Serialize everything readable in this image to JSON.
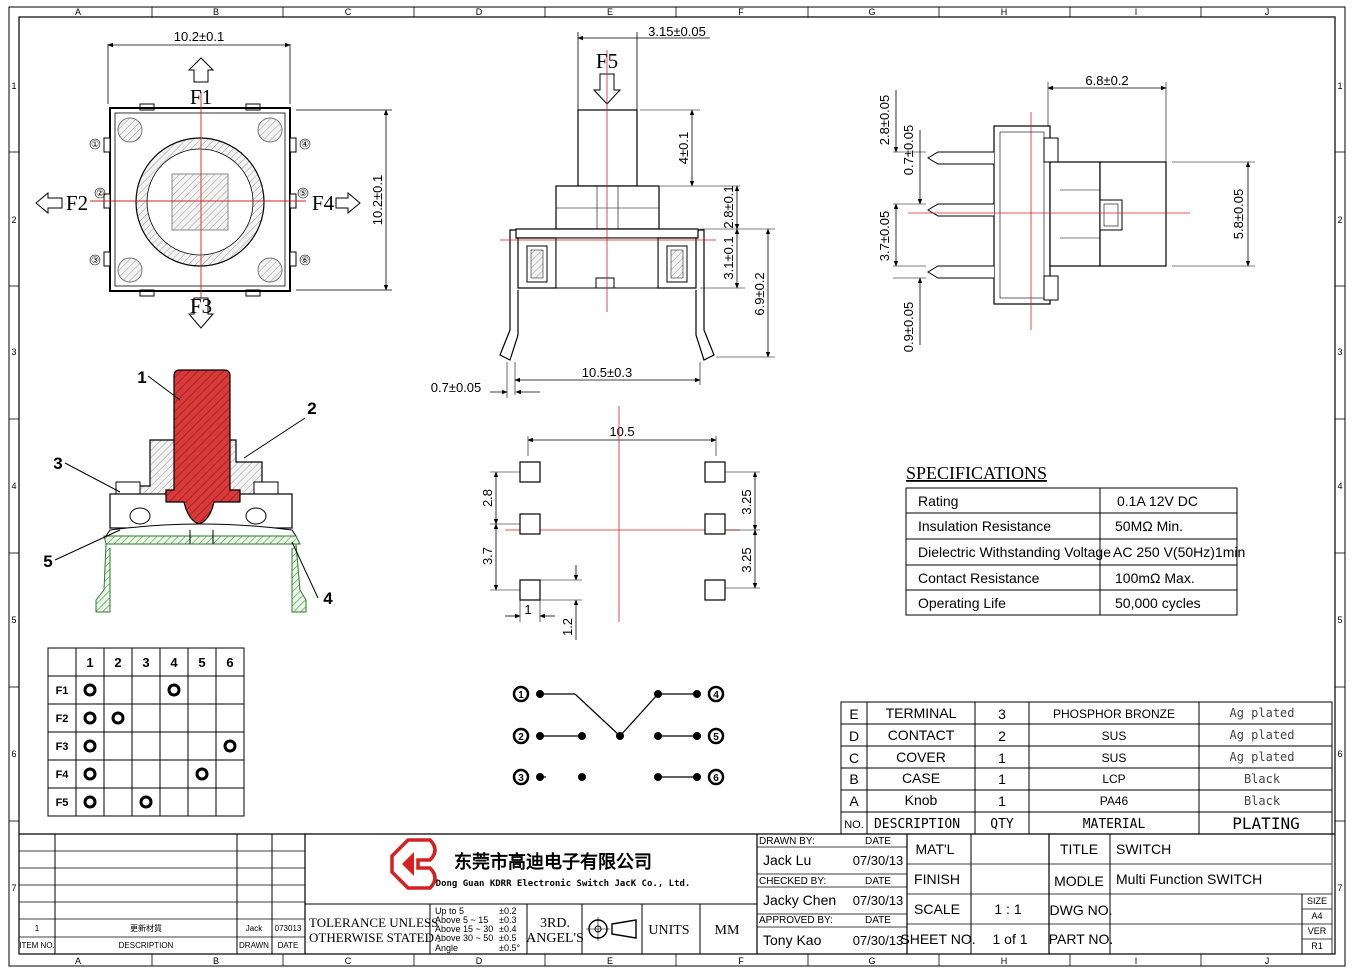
{
  "grid": {
    "columns": [
      "A",
      "B",
      "C",
      "D",
      "E",
      "F",
      "G",
      "H",
      "I",
      "J"
    ],
    "rows": [
      "1",
      "2",
      "3",
      "4",
      "5",
      "6",
      "7"
    ]
  },
  "top_view": {
    "dim_width": "10.2±0.1",
    "dim_height": "10.2±0.1",
    "forces": [
      "F1",
      "F2",
      "F3",
      "F4"
    ],
    "pins": [
      "①",
      "②",
      "③",
      "④",
      "⑤",
      "⑥"
    ]
  },
  "front_view": {
    "force": "F5",
    "dim_stem_width": "3.15±0.05",
    "dims_vertical": [
      "4±0.1",
      "2.8±0.1",
      "3.1±0.1",
      "6.9±0.2"
    ],
    "dim_pin_span": "10.5±0.3",
    "dim_pin_thickness": "0.7±0.05"
  },
  "side_view": {
    "dim_length": "6.8±0.2",
    "dim_height": "5.8±0.05",
    "dims": [
      "2.8±0.05",
      "0.7±0.05",
      "3.7±0.05",
      "0.9±0.05"
    ]
  },
  "section": {
    "callouts": [
      "1",
      "2",
      "3",
      "4",
      "5"
    ]
  },
  "pcb": {
    "dim_span": "10.5",
    "dims_left": [
      "2.8",
      "3.7"
    ],
    "dims_right": [
      "3.25",
      "3.25"
    ],
    "dim_pad_width": "1",
    "dim_pad_height": "1.2"
  },
  "schematic": {
    "pins": [
      "1",
      "2",
      "3",
      "4",
      "5",
      "6"
    ]
  },
  "matrix": {
    "columns": [
      "1",
      "2",
      "3",
      "4",
      "5",
      "6"
    ],
    "rows": [
      {
        "label": "F1",
        "on": [
          1,
          4
        ]
      },
      {
        "label": "F2",
        "on": [
          1,
          2
        ]
      },
      {
        "label": "F3",
        "on": [
          1,
          6
        ]
      },
      {
        "label": "F4",
        "on": [
          1,
          5
        ]
      },
      {
        "label": "F5",
        "on": [
          1,
          3
        ]
      }
    ]
  },
  "specifications": {
    "title": "SPECIFICATIONS",
    "rows": [
      {
        "label": "Rating",
        "value": "0.1A 12V DC"
      },
      {
        "label": "Insulation Resistance",
        "value": "50MΩ Min."
      },
      {
        "label": "Dielectric Withstanding Voltage",
        "value": "AC 250 V(50Hz)1min"
      },
      {
        "label": "Contact Resistance",
        "value": "100mΩ Max."
      },
      {
        "label": "Operating Life",
        "value": "50,000 cycles"
      }
    ]
  },
  "materials": {
    "headers": [
      "NO.",
      "DESCRIPTION",
      "QTY",
      "MATERIAL",
      "PLATING"
    ],
    "rows": [
      {
        "code": "E",
        "description": "TERMINAL",
        "qty": "3",
        "material": "PHOSPHOR BRONZE",
        "plating": "Ag plated"
      },
      {
        "code": "D",
        "description": "CONTACT",
        "qty": "2",
        "material": "SUS",
        "plating": "Ag plated"
      },
      {
        "code": "C",
        "description": "COVER",
        "qty": "1",
        "material": "SUS",
        "plating": "Ag plated"
      },
      {
        "code": "B",
        "description": "CASE",
        "qty": "1",
        "material": "LCP",
        "plating": "Black"
      },
      {
        "code": "A",
        "description": "Knob",
        "qty": "1",
        "material": "PA46",
        "plating": "Black"
      }
    ]
  },
  "revisions": {
    "headers": [
      "ITEM NO.",
      "DESCRIPTION",
      "DRAWN",
      "DATE"
    ],
    "row": {
      "number": "1",
      "description": "更新材質",
      "drawn": "Jack",
      "date": "073013"
    }
  },
  "company": {
    "name_cn": "东莞市高迪电子有限公司",
    "name_en": "Dong Guan KDRR Electronic Switch JacK Co., Ltd.",
    "logo_color": "#d62020"
  },
  "tolerance": {
    "label_line1": "TOLERANCE UNLESS",
    "label_line2": "OTHERWISE STATED :",
    "ranges": [
      {
        "range": "Up to 5",
        "value": "±0.2"
      },
      {
        "range": "Above 5 ~ 15",
        "value": "±0.3"
      },
      {
        "range": "Above 15 ~ 30",
        "value": "±0.4"
      },
      {
        "range": "Above 30 ~ 50",
        "value": "±0.5"
      },
      {
        "range": "Angle",
        "value": "±0.5°"
      }
    ],
    "angle_line1": "3RD.",
    "angle_line2": "ANGEL'S",
    "units_label": "UNITS",
    "units_value": "MM"
  },
  "signoff": [
    {
      "role": "DRAWN BY:",
      "date_label": "DATE",
      "name": "Jack Lu",
      "date": "07/30/13"
    },
    {
      "role": "CHECKED BY:",
      "date_label": "DATE",
      "name": "Jacky Chen",
      "date": "07/30/13"
    },
    {
      "role": "APPROVED BY:",
      "date_label": "DATE",
      "name": "Tony Kao",
      "date": "07/30/13"
    }
  ],
  "title_block": {
    "matl_label": "MAT'L",
    "finish_label": "FINISH",
    "scale_label": "SCALE",
    "scale_value": "1 : 1",
    "sheet_label": "SHEET NO.",
    "sheet_value": "1 of 1",
    "title_label": "TITLE",
    "title_value": "SWITCH",
    "model_label": "MODLE",
    "model_value": "Multi Function  SWITCH",
    "dwg_label": "DWG NO.",
    "part_label": "PART NO.",
    "size_label": "SIZE",
    "size_value": "A4",
    "ver_label": "VER",
    "ver_value": "R1"
  },
  "colors": {
    "centerline": "#d62020",
    "knob": "#d73a3a",
    "cover": "#2e8b2e"
  }
}
